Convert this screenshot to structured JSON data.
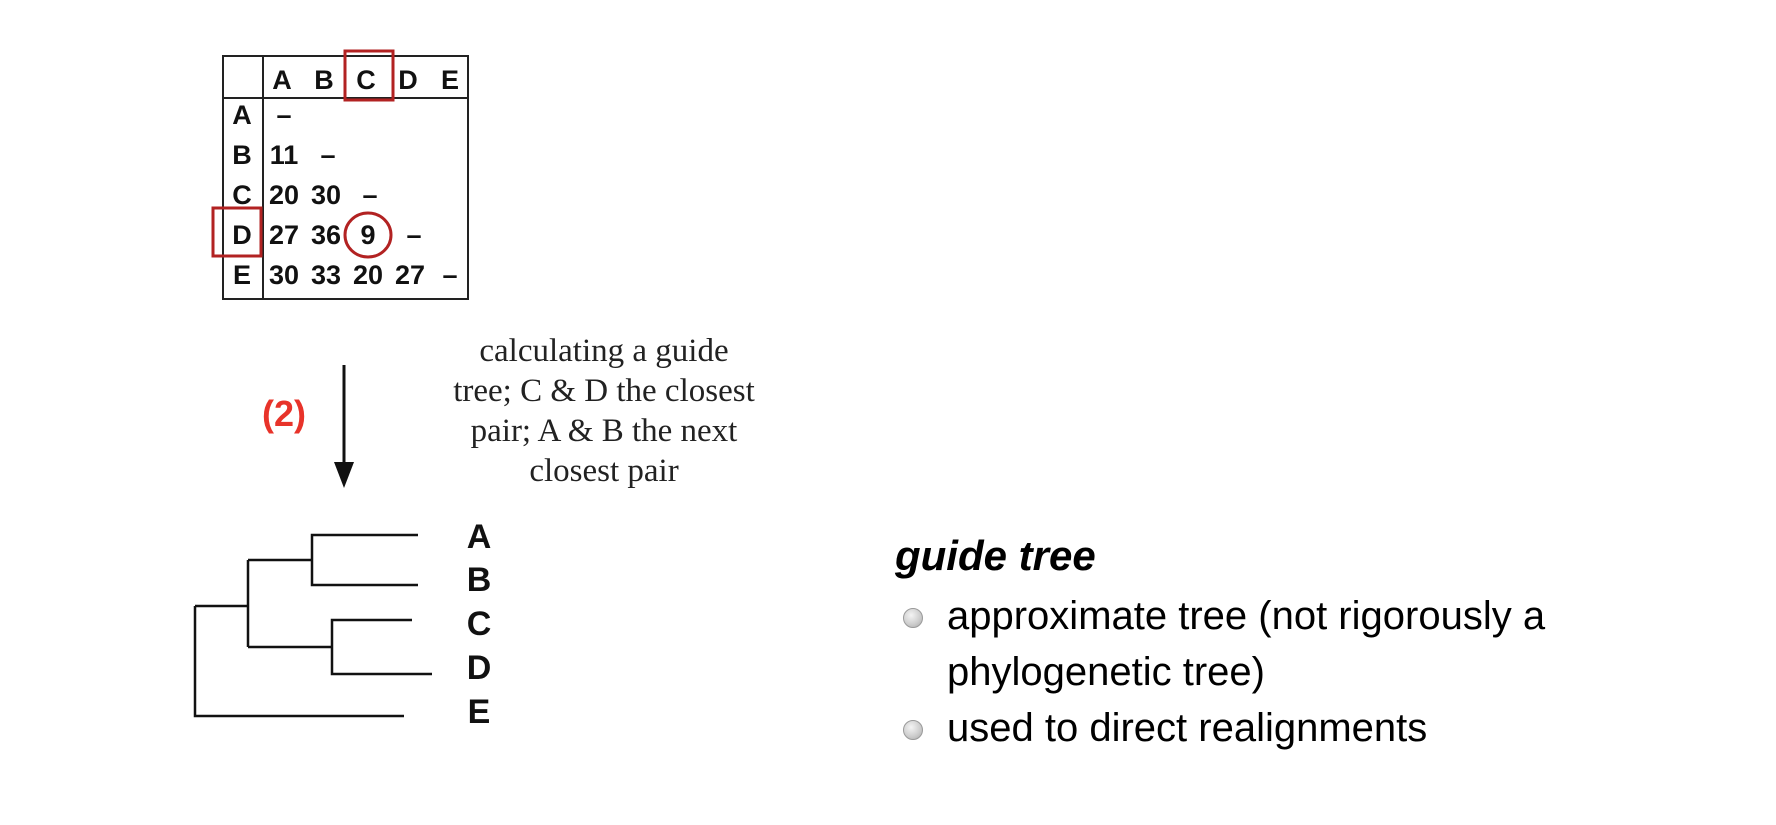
{
  "matrix": {
    "col_headers": [
      "A",
      "B",
      "C",
      "D",
      "E"
    ],
    "rows": [
      {
        "label": "A",
        "cells": [
          "–",
          "",
          "",
          "",
          ""
        ]
      },
      {
        "label": "B",
        "cells": [
          "11",
          "–",
          "",
          "",
          ""
        ]
      },
      {
        "label": "C",
        "cells": [
          "20",
          "30",
          "–",
          "",
          ""
        ]
      },
      {
        "label": "D",
        "cells": [
          "27",
          "36",
          "9",
          "–",
          ""
        ]
      },
      {
        "label": "E",
        "cells": [
          "30",
          "33",
          "20",
          "27",
          "–"
        ]
      }
    ],
    "highlight_color": "#b22222"
  },
  "step": {
    "label": "(2)",
    "label_color": "#e8332a",
    "caption_lines": [
      "calculating a guide",
      "tree; C & D the closest",
      "pair; A & B the next",
      "closest pair"
    ]
  },
  "tree": {
    "leaves": [
      "A",
      "B",
      "C",
      "D",
      "E"
    ]
  },
  "notes": {
    "heading": "guide tree",
    "bullets": [
      "approximate tree (not rigorously a phylogenetic tree)",
      "used to direct realignments"
    ]
  }
}
